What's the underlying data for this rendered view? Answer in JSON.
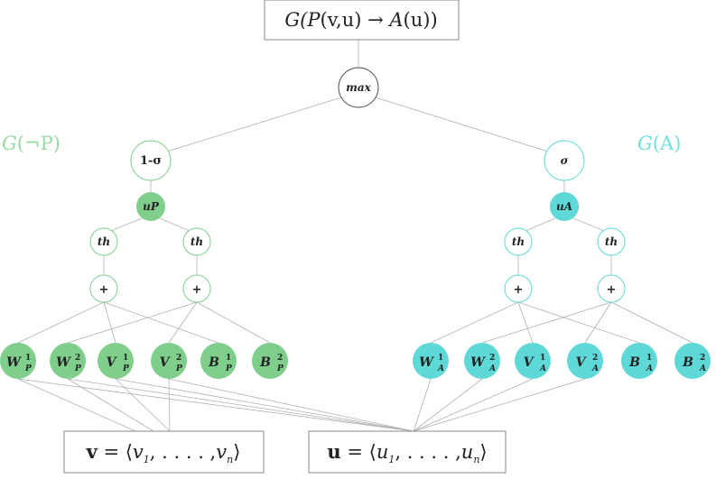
{
  "title": {
    "prefix": "G(",
    "p": "P",
    "vu": "(v,u) → ",
    "a": "A",
    "u": "(u))"
  },
  "labels": {
    "left_g": "G",
    "left_rest": "(¬P)",
    "right_g": "G",
    "right_rest": "(A)"
  },
  "nodes": {
    "max": "max",
    "one_minus_sigma": "1-σ",
    "sigma": "σ",
    "uP": "uP",
    "uA": "uA",
    "th": "th",
    "plus": "+"
  },
  "leaves": {
    "left": [
      {
        "main": "W",
        "sub": "P",
        "sup": "1"
      },
      {
        "main": "W",
        "sub": "P",
        "sup": "2"
      },
      {
        "main": "V",
        "sub": "P",
        "sup": "1"
      },
      {
        "main": "V",
        "sub": "P",
        "sup": "2"
      },
      {
        "main": "B",
        "sub": "P",
        "sup": "1"
      },
      {
        "main": "B",
        "sub": "P",
        "sup": "2"
      }
    ],
    "right": [
      {
        "main": "W",
        "sub": "A",
        "sup": "1"
      },
      {
        "main": "W",
        "sub": "A",
        "sup": "2"
      },
      {
        "main": "V",
        "sub": "A",
        "sup": "1"
      },
      {
        "main": "V",
        "sub": "A",
        "sup": "2"
      },
      {
        "main": "B",
        "sub": "A",
        "sup": "1"
      },
      {
        "main": "B",
        "sub": "A",
        "sup": "2"
      }
    ]
  },
  "inputs": {
    "v": {
      "bold": "v",
      "eq": " = ⟨",
      "first": "v",
      "first_sub": "1",
      "dots": ", . . . . ,",
      "last": "v",
      "last_sub": "n",
      "close": "⟩"
    },
    "u": {
      "bold": "u",
      "eq": " = ⟨",
      "first": "u",
      "first_sub": "1",
      "dots": ", . . . . ,",
      "last": "u",
      "last_sub": "n",
      "close": "⟩"
    }
  },
  "colors": {
    "green": "#7fce8c",
    "cyan": "#5fd8d8",
    "green_text": "#9ad9a4",
    "cyan_text": "#6fe0e0",
    "node_stroke_dark": "#555555"
  }
}
